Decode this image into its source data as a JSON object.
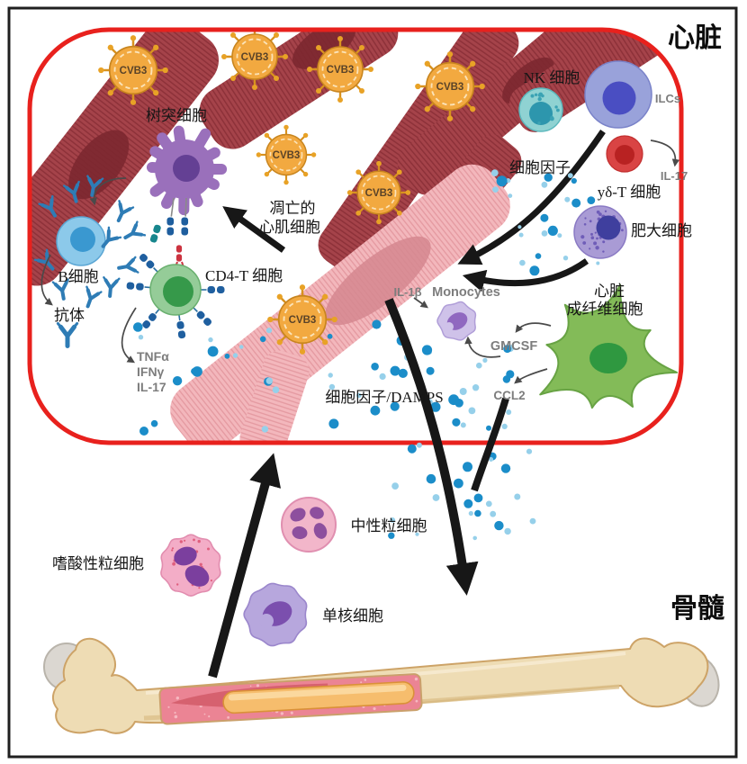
{
  "heart": {
    "region_label": "心脏",
    "virus_label": "CVB3",
    "labels": {
      "dendritic_cell": "树突细胞",
      "nk_cell": "NK 细胞",
      "ilcs": "ILCs",
      "il17_right": "IL-17",
      "gamma_delta_t_cell": "yδ-T 细胞",
      "cytokines": "细胞因子",
      "mast_cell": "肥大细胞",
      "apoptotic_line1": "凋亡的",
      "apoptotic_line2": "心肌细胞",
      "b_cell": "B细胞",
      "antibody": "抗体",
      "cd4_t_cell": "CD4-T 细胞",
      "tnfa": "TNFα",
      "ifng": "IFNγ",
      "il17_left": "IL-17",
      "il1b": "IL-1β",
      "monocytes": "Monocytes",
      "gmcsf": "GMCSF",
      "ccl2": "CCL2",
      "fibroblast_line1": "心脏",
      "fibroblast_line2": "成纤维细胞",
      "damps": "细胞因子/DAMPS"
    }
  },
  "bone_marrow": {
    "region_label": "骨髓",
    "labels": {
      "eosinophil": "嗜酸性粒细胞",
      "neutrophil": "中性粒细胞",
      "monocyte": "单核细胞"
    }
  },
  "colors": {
    "heart_border": "#e8211d",
    "muscle_dark": "#a24046",
    "muscle_apoptotic": "#f3b7bc",
    "virus": "#f2a940",
    "cytokine_dot_dark": "#1b8dc9",
    "cytokine_dot_light": "#96d0ea",
    "dendritic": "#9a70bb",
    "b_cell": "#8cc9ea",
    "cd4_t": "#95cc98",
    "nk": "#8fd2d2",
    "ilc": "#99a2da",
    "gamma_delta_t": "#d94444",
    "mast": "#a99bd5",
    "fibroblast": "#83bb58",
    "bone": "#eedcb4"
  }
}
